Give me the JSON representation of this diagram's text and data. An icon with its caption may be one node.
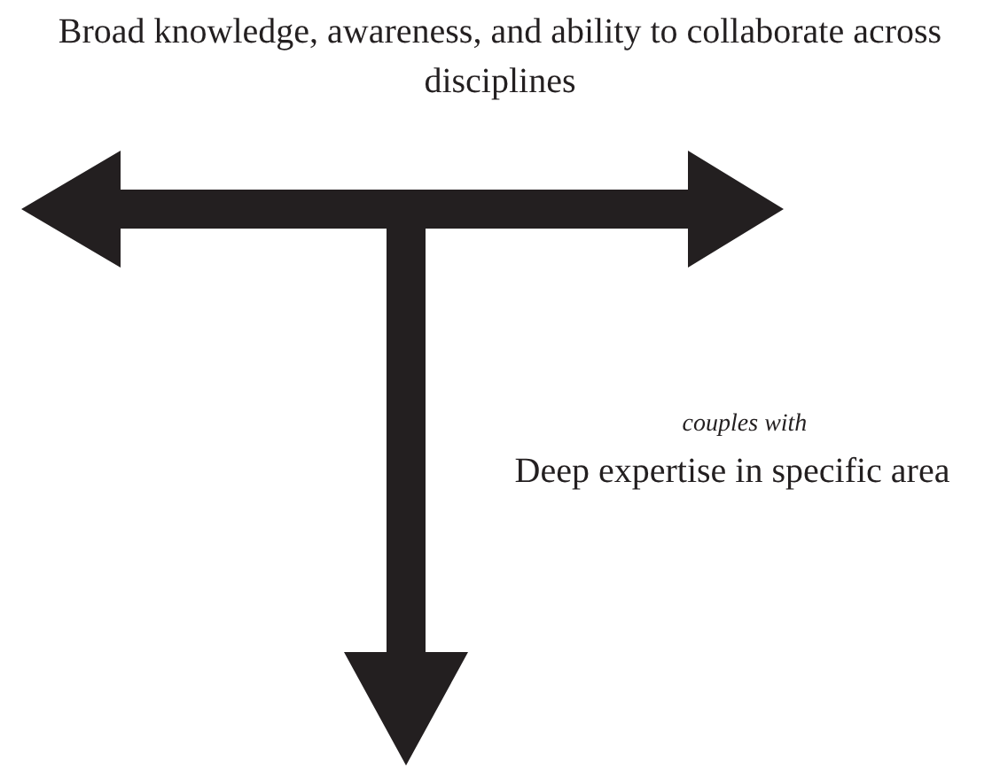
{
  "diagram": {
    "labels": [
      "Broad knowledge, awareness, and ability to collaborate across disciplines",
      "couples with",
      "Deep expertise in specific area"
    ]
  }
}
